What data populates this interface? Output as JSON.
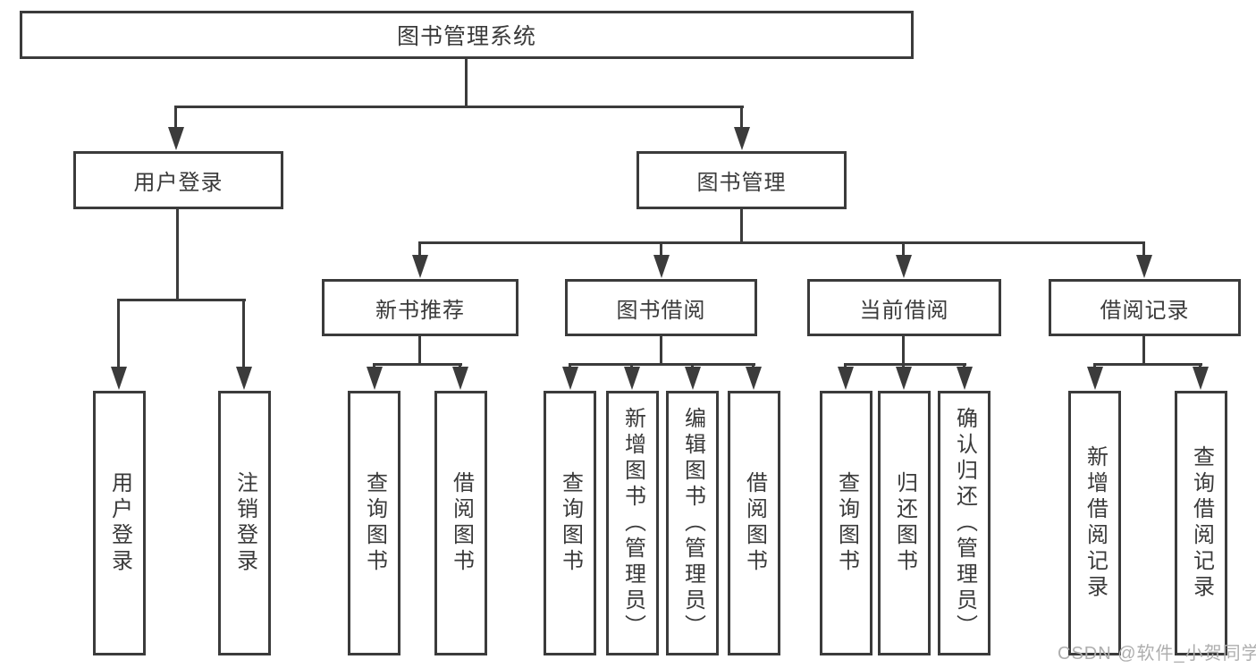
{
  "colors": {
    "line": "#3b3b3b",
    "text": "#3a3a3a",
    "watermark": "#aeaeae",
    "background": "#ffffff"
  },
  "root": {
    "label": "图书管理系统"
  },
  "level2": [
    {
      "label": "用户登录"
    },
    {
      "label": "图书管理"
    }
  ],
  "level3": [
    {
      "label": "新书推荐",
      "parent": "图书管理"
    },
    {
      "label": "图书借阅",
      "parent": "图书管理"
    },
    {
      "label": "当前借阅",
      "parent": "图书管理"
    },
    {
      "label": "借阅记录",
      "parent": "图书管理"
    }
  ],
  "leaves": [
    {
      "label": "用户登录",
      "parent": "用户登录"
    },
    {
      "label": "注销登录",
      "parent": "用户登录"
    },
    {
      "label": "查询图书",
      "parent": "新书推荐"
    },
    {
      "label": "借阅图书",
      "parent": "新书推荐"
    },
    {
      "label": "查询图书",
      "parent": "图书借阅"
    },
    {
      "label": "新增图书（管理员）",
      "parent": "图书借阅"
    },
    {
      "label": "编辑图书（管理员）",
      "parent": "图书借阅"
    },
    {
      "label": "借阅图书",
      "parent": "图书借阅"
    },
    {
      "label": "查询图书",
      "parent": "当前借阅"
    },
    {
      "label": "归还图书",
      "parent": "当前借阅"
    },
    {
      "label": "确认归还（管理员）",
      "parent": "当前借阅"
    },
    {
      "label": "新增借阅记录",
      "parent": "借阅记录"
    },
    {
      "label": "查询借阅记录",
      "parent": "借阅记录"
    }
  ],
  "watermark": {
    "text": "CSDN @软件_小贺同学"
  }
}
